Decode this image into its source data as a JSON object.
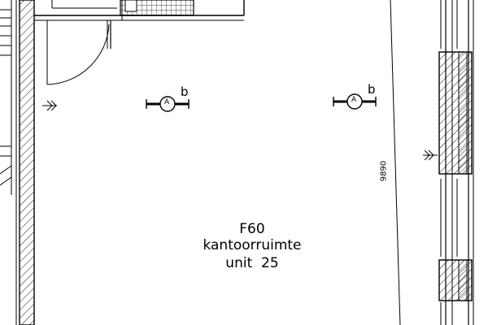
{
  "room": {
    "code": "F60",
    "function": "kantoorruimte",
    "unit": "unit  25"
  },
  "markers": [
    {
      "letter": "A",
      "suffix": "b"
    },
    {
      "letter": "A",
      "suffix": "b"
    }
  ],
  "dimension": "9890",
  "colors": {
    "ink": "#000000",
    "paper": "#ffffff"
  },
  "icons": [
    "radiator-symbol",
    "radiator-symbol"
  ]
}
